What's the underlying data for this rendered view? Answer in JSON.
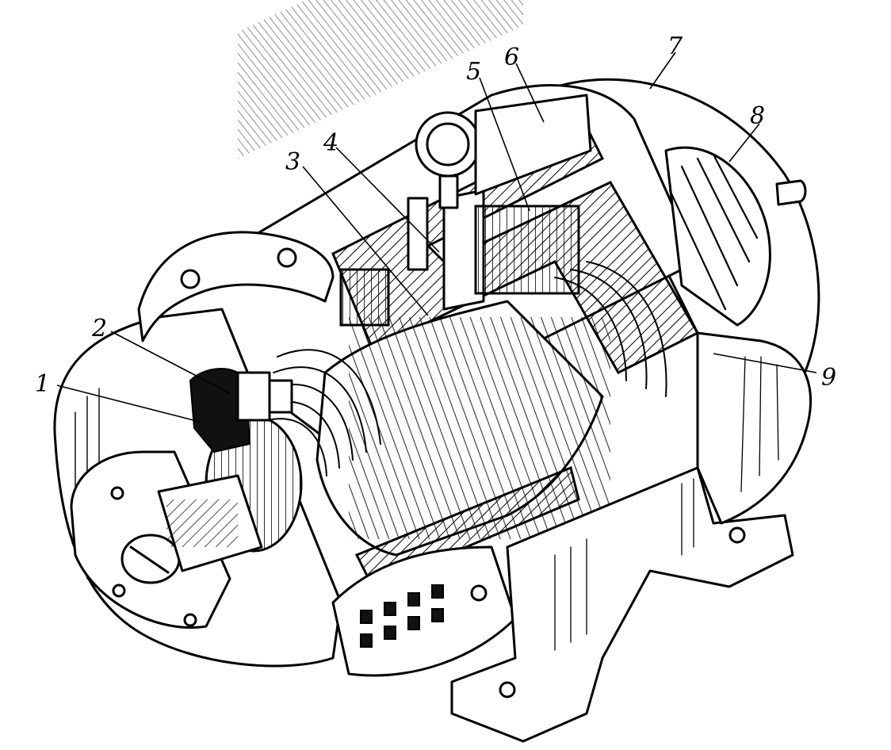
{
  "figure": {
    "callouts": [
      {
        "id": "1",
        "label": "1"
      },
      {
        "id": "2",
        "label": "2"
      },
      {
        "id": "3",
        "label": "3"
      },
      {
        "id": "4",
        "label": "4"
      },
      {
        "id": "5",
        "label": "5"
      },
      {
        "id": "6",
        "label": "6"
      },
      {
        "id": "7",
        "label": "7"
      },
      {
        "id": "8",
        "label": "8"
      },
      {
        "id": "9",
        "label": "9"
      }
    ]
  },
  "colors": {
    "ink": "#000000",
    "paper": "#ffffff"
  }
}
